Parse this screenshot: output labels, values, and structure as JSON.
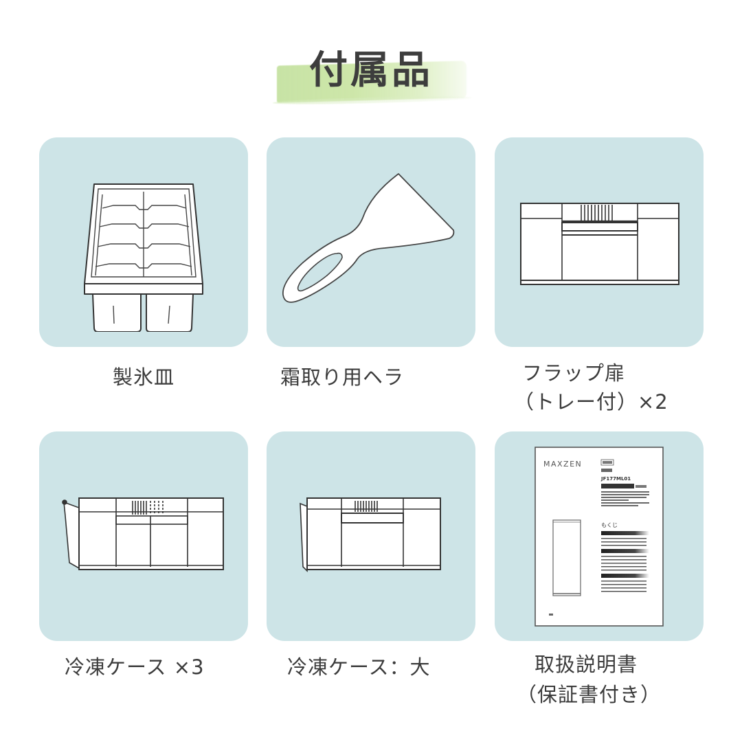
{
  "page": {
    "title": "付属品",
    "colors": {
      "card_bg": "#cde4e7",
      "title_brush": "#c4e29c",
      "text": "#3b3b3b",
      "line_art": "#333333"
    }
  },
  "items": [
    {
      "id": "ice-tray",
      "label_line1": "製氷皿",
      "label_line2": "",
      "illustration": "ice-tray-icon"
    },
    {
      "id": "defrost-spatula",
      "label_line1": "霜取り用ヘラ",
      "label_line2": "",
      "illustration": "spatula-icon"
    },
    {
      "id": "flap-door",
      "label_line1": "フラップ扉",
      "label_line2": "（トレー付）×2",
      "illustration": "flap-door-icon"
    },
    {
      "id": "freezer-case",
      "label_line1": "冷凍ケース ×3",
      "label_line2": "",
      "illustration": "freezer-case-icon"
    },
    {
      "id": "freezer-case-large",
      "label_line1": "冷凍ケース：大",
      "label_line2": "",
      "illustration": "freezer-case-large-icon"
    },
    {
      "id": "instruction-manual",
      "label_line1": "取扱説明書",
      "label_line2": "（保証書付き）",
      "illustration": "manual-icon"
    }
  ],
  "manual": {
    "brand": "MAXZEN",
    "model": "JF177ML01",
    "toc_heading": "もくじ"
  }
}
